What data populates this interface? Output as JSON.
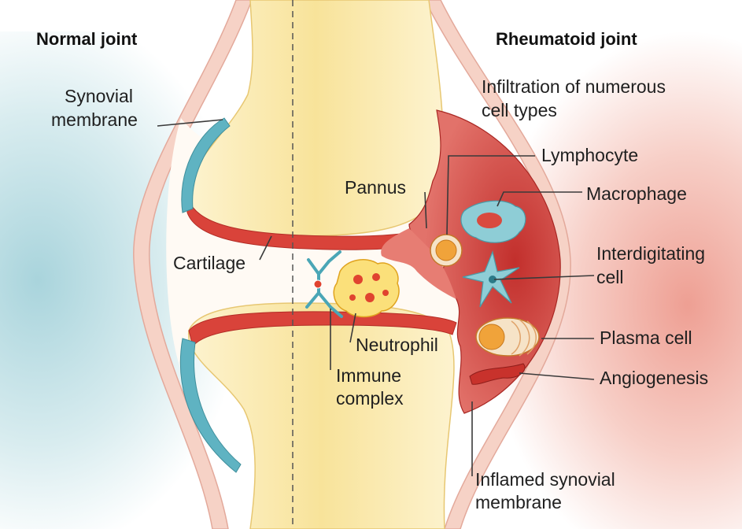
{
  "headers": {
    "left": "Normal joint",
    "right": "Rheumatoid joint"
  },
  "labels": {
    "synovial_membrane": [
      "Synovial",
      "membrane"
    ],
    "cartilage": "Cartilage",
    "infiltration": [
      "Infiltration of numerous",
      "cell types"
    ],
    "lymphocyte": "Lymphocyte",
    "pannus": "Pannus",
    "macrophage": "Macrophage",
    "interdigitating_cell": [
      "Interdigitating",
      "cell"
    ],
    "plasma_cell": "Plasma cell",
    "angiogenesis": "Angiogenesis",
    "neutrophil": "Neutrophil",
    "immune_complex": [
      "Immune",
      "complex"
    ],
    "inflamed_synovial_membrane": [
      "Inflamed synovial",
      "membrane"
    ]
  },
  "colors": {
    "bone": "#fbeeb3",
    "bone_core": "#f7df86",
    "cartilage": "#d9433a",
    "synovium_normal": "#5fb3c2",
    "inflamed": "#d8504a",
    "capsule": "#f6d2c6",
    "background_glow_left": "#cfe6ea",
    "background_glow_right": "#f3b8ad"
  }
}
